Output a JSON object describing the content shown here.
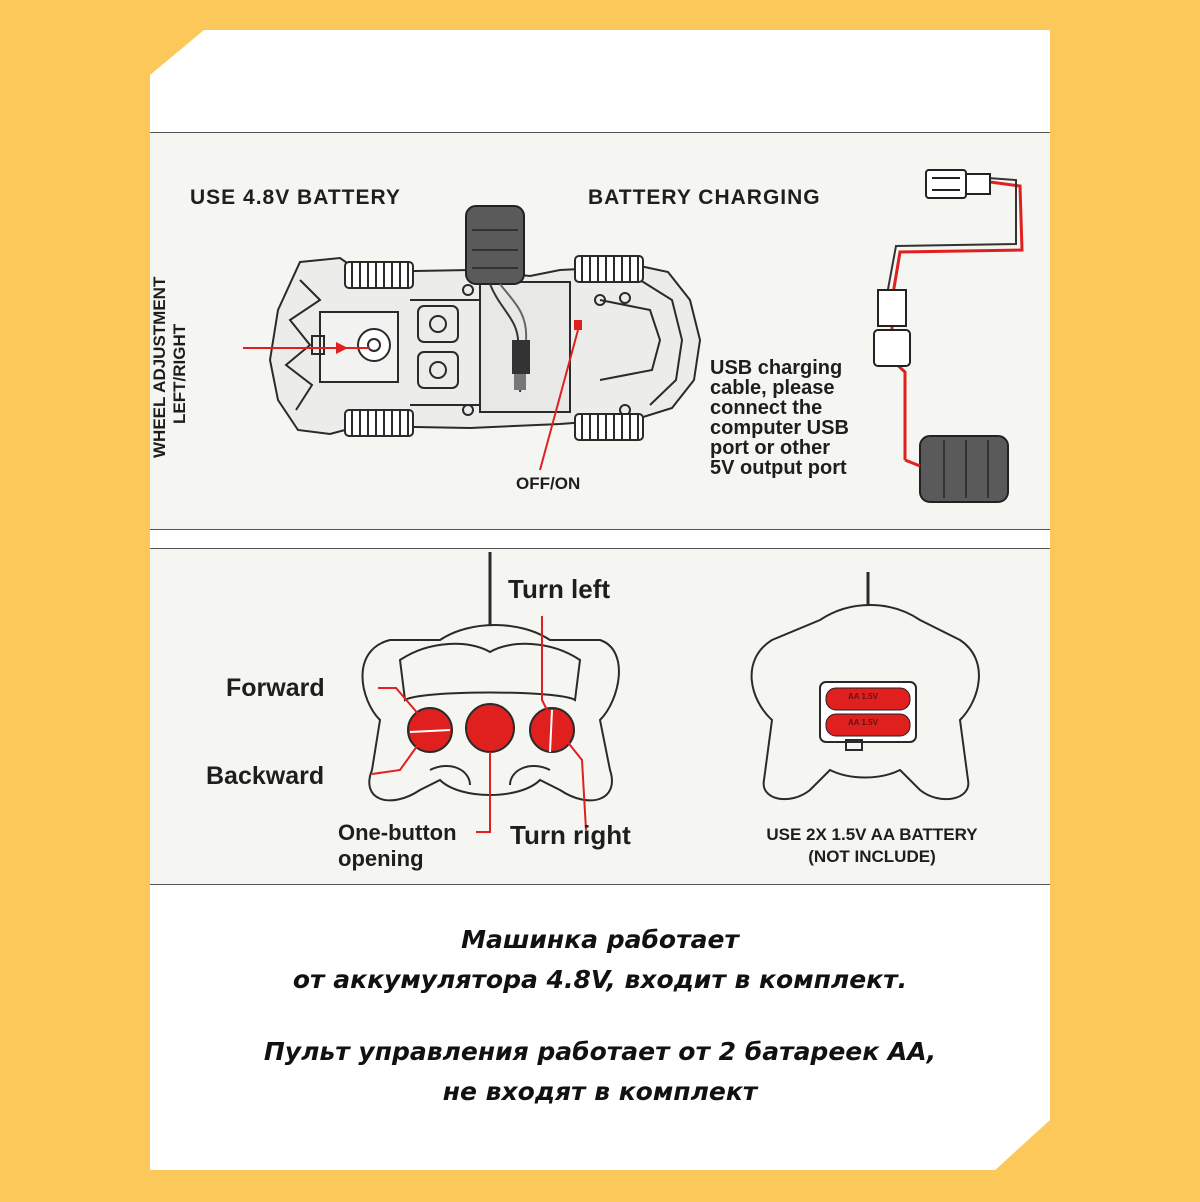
{
  "top_panel": {
    "battery_title": "USE 4.8V BATTERY",
    "charging_title": "BATTERY CHARGING",
    "wheel_adjust_line1": "WHEEL ADJUSTMENT",
    "wheel_adjust_line2": "LEFT/RIGHT",
    "switch_label": "OFF/ON",
    "usb_note": [
      "USB charging",
      "cable, please",
      "connect the",
      "computer USB",
      "port or other",
      "5V output port"
    ]
  },
  "bottom_panel": {
    "turn_left": "Turn left",
    "forward": "Forward",
    "backward": "Backward",
    "one_button_line1": "One-button",
    "one_button_line2": "opening",
    "turn_right": "Turn right",
    "remote_battery_line1": "USE 2X 1.5V AA BATTERY",
    "remote_battery_line2": "(NOT INCLUDE)",
    "cell_label": "AA 1.5V"
  },
  "captions": {
    "line1": "Машинка работает",
    "line2": "от аккумулятора 4.8V, входит в комплект.",
    "line3": "Пульт управления работает от 2 батареек АА,",
    "line4": "не входят в комплект"
  },
  "colors": {
    "background": "#fdc85a",
    "panel": "#f5f5f2",
    "accent_red": "#e0201f",
    "line": "#2a2a2a"
  }
}
